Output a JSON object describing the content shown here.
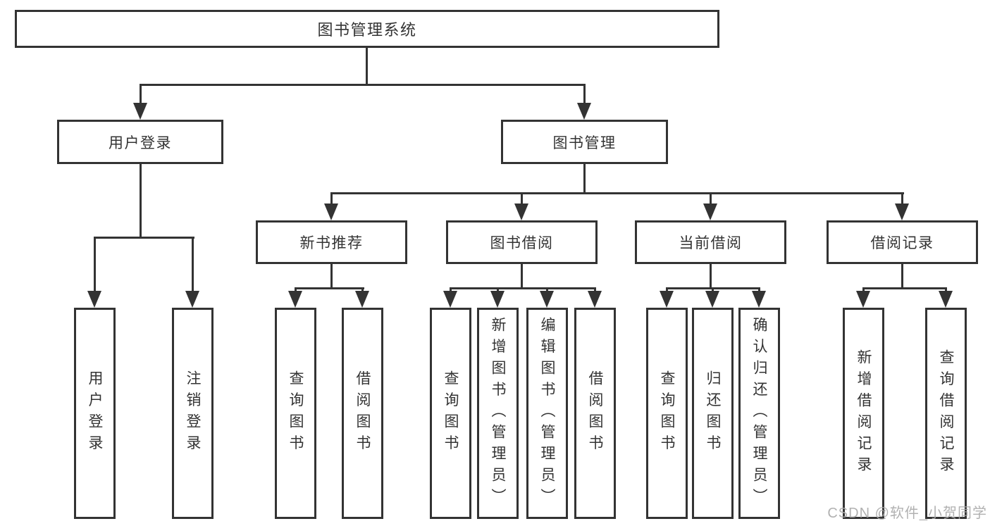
{
  "diagram": {
    "root": {
      "label": "图书管理系统",
      "children": [
        {
          "label": "用户登录",
          "children": [
            {
              "label": "用户登录"
            },
            {
              "label": "注销登录"
            }
          ]
        },
        {
          "label": "图书管理",
          "children": [
            {
              "label": "新书推荐",
              "children": [
                {
                  "label": "查询图书"
                },
                {
                  "label": "借阅图书"
                }
              ]
            },
            {
              "label": "图书借阅",
              "children": [
                {
                  "label": "查询图书"
                },
                {
                  "label": "新增图书（管理员）"
                },
                {
                  "label": "编辑图书（管理员）"
                },
                {
                  "label": "借阅图书"
                }
              ]
            },
            {
              "label": "当前借阅",
              "children": [
                {
                  "label": "查询图书"
                },
                {
                  "label": "归还图书"
                },
                {
                  "label": "确认归还（管理员）"
                }
              ]
            },
            {
              "label": "借阅记录",
              "children": [
                {
                  "label": "新增借阅记录"
                },
                {
                  "label": "查询借阅记录"
                }
              ]
            }
          ]
        }
      ]
    },
    "watermark": "CSDN @软件_小贺同学",
    "colors": {
      "line": "#333333",
      "box_border": "#333333",
      "text": "#333333",
      "watermark_text": "#a9a9a9",
      "background": "#ffffff"
    }
  }
}
